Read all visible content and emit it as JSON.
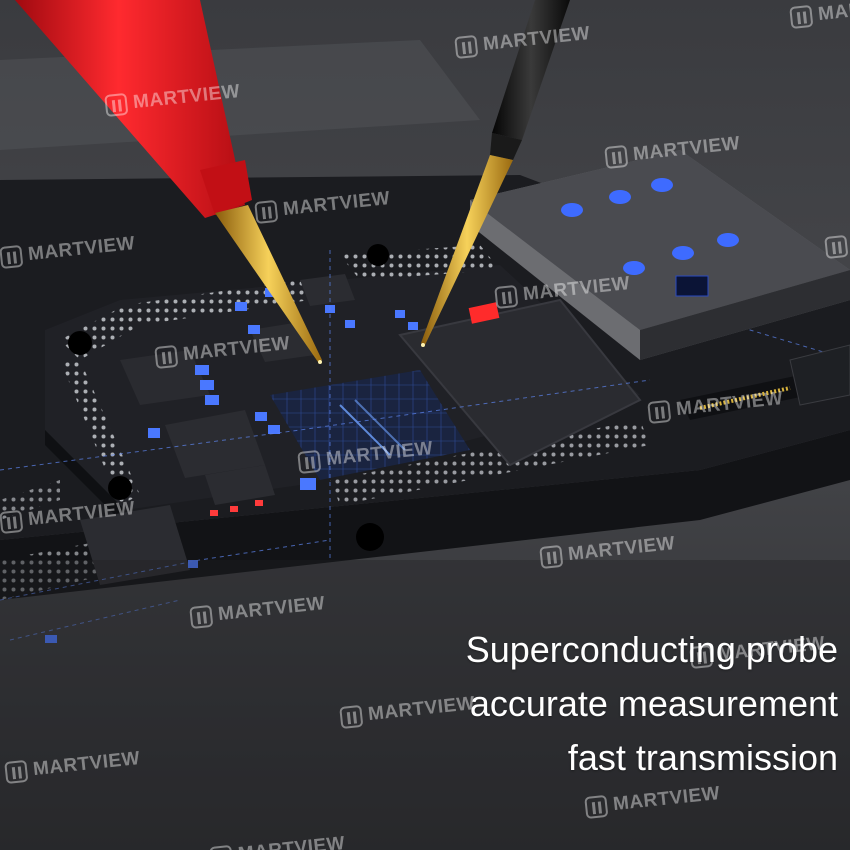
{
  "caption": {
    "line1": "Superconducting probe",
    "line2": "accurate measurement",
    "line3": "fast transmission"
  },
  "watermark": {
    "brand": "MARTVIEW",
    "logo": "m-logo-icon"
  },
  "colors": {
    "red_probe": "#e8141c",
    "black_probe": "#111111",
    "gold_tip": "#d9a521",
    "board": "#1b1c20",
    "led_blue": "#4a78ff",
    "caption": "#ffffff"
  }
}
